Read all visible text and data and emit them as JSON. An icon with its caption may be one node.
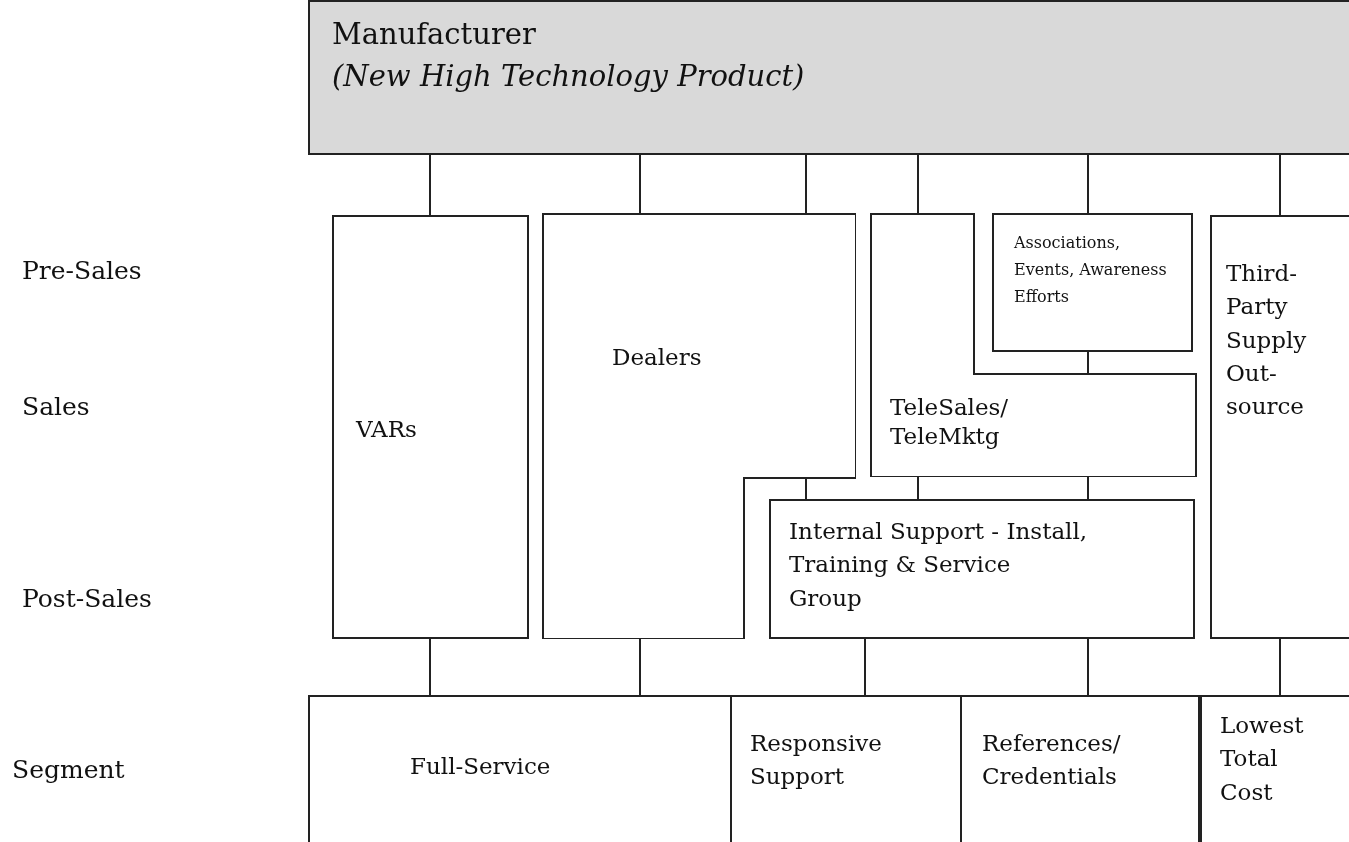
{
  "diagram": {
    "nodes": [
      {
        "text": [
          "Manufacturer",
          "(New High Technology Product)"
        ]
      },
      {
        "text": [
          "VARs"
        ]
      },
      {
        "text": [
          "Dealers"
        ]
      },
      {
        "text": [
          "TeleSales/ TeleMktg"
        ]
      },
      {
        "text": [
          "Associations, Events, Awareness Efforts"
        ]
      },
      {
        "text": [
          "Third-Party Supply Out-source"
        ]
      },
      {
        "text": [
          "Internal Support - Install, Training & Service Group"
        ]
      },
      {
        "text": [
          "Full-Service"
        ]
      },
      {
        "text": [
          "Responsive Support"
        ]
      },
      {
        "text": [
          "References/ Credentials"
        ]
      },
      {
        "text": [
          "Lowest Total Cost"
        ]
      }
    ],
    "edges": [
      {
        "from": 0,
        "to": 1,
        "arrow": "none"
      },
      {
        "from": 0,
        "to": 2,
        "arrow": "none"
      },
      {
        "from": 0,
        "to": 2,
        "arrow": "none"
      },
      {
        "from": 0,
        "to": 3,
        "arrow": "none"
      },
      {
        "from": 0,
        "to": 4,
        "arrow": "none"
      },
      {
        "from": 0,
        "to": 5,
        "arrow": "none"
      },
      {
        "from": 4,
        "to": 3,
        "arrow": "none"
      },
      {
        "from": 2,
        "to": 6,
        "arrow": "none"
      },
      {
        "from": 3,
        "to": 6,
        "arrow": "none"
      },
      {
        "from": 3,
        "to": 6,
        "arrow": "none"
      },
      {
        "from": 1,
        "to": 7,
        "arrow": "none"
      },
      {
        "from": 2,
        "to": 7,
        "arrow": "none"
      },
      {
        "from": 6,
        "to": 8,
        "arrow": "none"
      },
      {
        "from": 6,
        "to": 9,
        "arrow": "none"
      },
      {
        "from": 5,
        "to": 10,
        "arrow": "none"
      }
    ],
    "labels": [
      "Pre-Sales",
      "Sales",
      "Post-Sales",
      "Segment"
    ]
  }
}
